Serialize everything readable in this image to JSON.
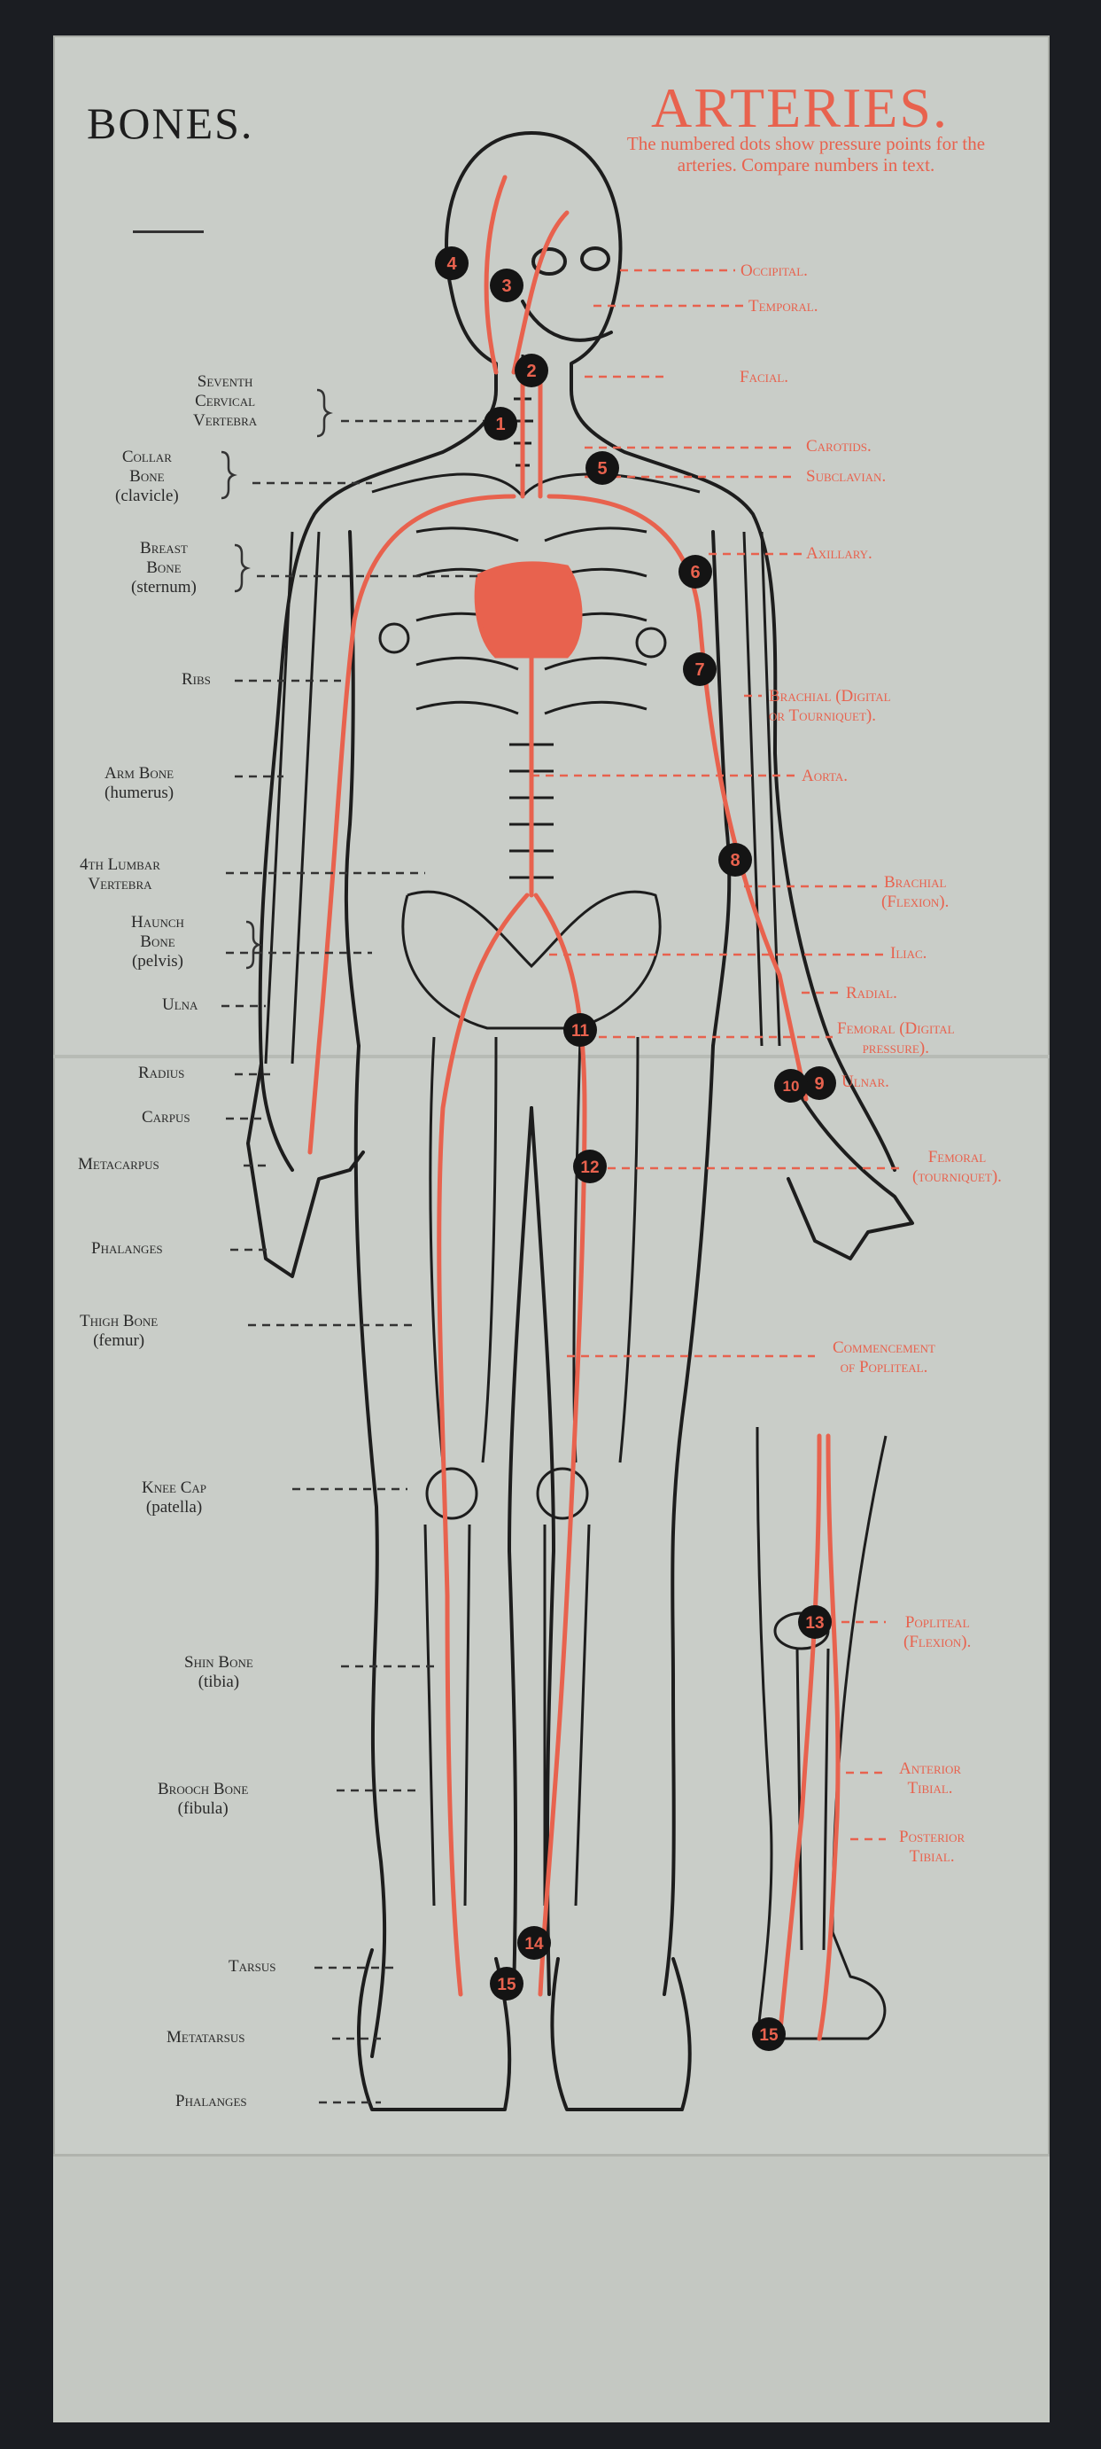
{
  "title_bones": "BONES.",
  "title_arteries": "ARTERIES.",
  "arteries_note": "The numbered dots show pressure points for the arteries. Compare numbers in text.",
  "bones": {
    "seventh_cervical": [
      "Seventh",
      "Cervical",
      "Vertebra"
    ],
    "collar_bone": [
      "Collar",
      "Bone",
      "(clavicle)"
    ],
    "breast_bone": [
      "Breast",
      "Bone",
      "(sternum)"
    ],
    "ribs": "Ribs",
    "arm_bone": [
      "Arm Bone",
      "(humerus)"
    ],
    "lumbar": [
      "4th Lumbar",
      "Vertebra"
    ],
    "haunch_bone": [
      "Haunch",
      "Bone",
      "(pelvis)"
    ],
    "ulna": "Ulna",
    "radius": "Radius",
    "carpus": "Carpus",
    "metacarpus": "Metacarpus",
    "phalanges_hand": "Phalanges",
    "thigh_bone": [
      "Thigh Bone",
      "(femur)"
    ],
    "knee_cap": [
      "Knee Cap",
      "(patella)"
    ],
    "shin_bone": [
      "Shin Bone",
      "(tibia)"
    ],
    "brooch_bone": [
      "Brooch Bone",
      "(fibula)"
    ],
    "tarsus": "Tarsus",
    "metatarsus": "Metatarsus",
    "phalanges_foot": "Phalanges"
  },
  "arteries": {
    "occipital": "Occipital.",
    "temporal": "Temporal.",
    "facial": "Facial.",
    "carotids": "Carotids.",
    "subclavian": "Subclavian.",
    "axillary": "Axillary.",
    "brachial_digital": [
      "Brachial (Digital",
      "or Tourniquet)."
    ],
    "aorta": "Aorta.",
    "brachial_flexion": [
      "Brachial",
      "(Flexion)."
    ],
    "iliac": "Iliac.",
    "radial": "Radial.",
    "femoral_digital": [
      "Femoral (Digital",
      "pressure)."
    ],
    "ulnar": "Ulnar.",
    "femoral_tourniquet": [
      "Femoral",
      "(tourniquet)."
    ],
    "popliteal_commencement": [
      "Commencement",
      "of Popliteal."
    ],
    "popliteal_flexion": [
      "Popliteal",
      "(Flexion)."
    ],
    "anterior_tibial": [
      "Anterior",
      "Tibial."
    ],
    "posterior_tibial": [
      "Posterior",
      "Tibial."
    ]
  },
  "pressure_points": [
    "1",
    "2",
    "3",
    "4",
    "5",
    "6",
    "7",
    "8",
    "9",
    "10",
    "11",
    "12",
    "13",
    "14",
    "15",
    "15"
  ],
  "colors": {
    "artery": "#e8624e",
    "ink": "#1d1d1d",
    "paper": "#c9cdc8"
  }
}
